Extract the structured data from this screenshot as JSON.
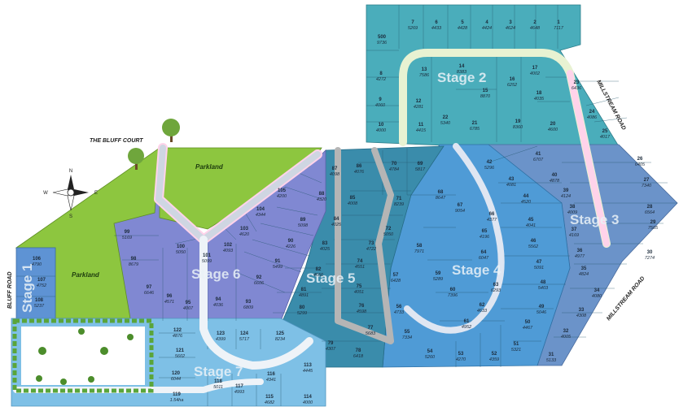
{
  "colors": {
    "stage1": "#5e93d4",
    "stage2": "#4aadbb",
    "stage3": "#6b93c9",
    "stage4": "#4f9bd6",
    "stage5": "#3a8cab",
    "stage6": "#8088d2",
    "stage7": "#7ec0e6",
    "parkland": "#8dc63f",
    "road": "#cfd6e2",
    "bluff_court": "#ffd3ea",
    "road_stage5": "#b5b5b5",
    "road_stage2": "#e8f2d2"
  },
  "stages": [
    {
      "id": "stage1",
      "label": "Stage 1"
    },
    {
      "id": "stage2",
      "label": "Stage 2"
    },
    {
      "id": "stage3",
      "label": "Stage 3"
    },
    {
      "id": "stage4",
      "label": "Stage 4"
    },
    {
      "id": "stage5",
      "label": "Stage 5"
    },
    {
      "id": "stage6",
      "label": "Stage 6"
    },
    {
      "id": "stage7",
      "label": "Stage 7"
    }
  ],
  "roads": {
    "bluff_court": "THE BLUFF COURT",
    "bluff_road": "BLUFF ROAD",
    "millstream_upper": "MILLSTREAM ROAD",
    "millstream_lower": "MILLSTREAM ROAD"
  },
  "parkland": [
    "Parkland",
    "Parkland"
  ],
  "compass": {
    "n": "N",
    "s": "S",
    "e": "E",
    "w": "W"
  },
  "lots": [
    {
      "num": "1",
      "area": "7117",
      "stage": "stage2"
    },
    {
      "num": "2",
      "area": "4648",
      "stage": "stage2"
    },
    {
      "num": "3",
      "area": "4624",
      "stage": "stage2"
    },
    {
      "num": "4",
      "area": "4424",
      "stage": "stage2"
    },
    {
      "num": "5",
      "area": "4428",
      "stage": "stage2"
    },
    {
      "num": "6",
      "area": "4433",
      "stage": "stage2"
    },
    {
      "num": "7",
      "area": "5269",
      "stage": "stage2"
    },
    {
      "num": "500",
      "area": "9736",
      "stage": "stage2"
    },
    {
      "num": "8",
      "area": "4272",
      "stage": "stage2"
    },
    {
      "num": "9",
      "area": "4060",
      "stage": "stage2"
    },
    {
      "num": "10",
      "area": "4000",
      "stage": "stage2"
    },
    {
      "num": "11",
      "area": "4415",
      "stage": "stage2"
    },
    {
      "num": "12",
      "area": "4281",
      "stage": "stage2"
    },
    {
      "num": "13",
      "area": "7586",
      "stage": "stage2"
    },
    {
      "num": "14",
      "area": "8383",
      "stage": "stage2"
    },
    {
      "num": "15",
      "area": "8870",
      "stage": "stage2"
    },
    {
      "num": "16",
      "area": "6252",
      "stage": "stage2"
    },
    {
      "num": "17",
      "area": "4002",
      "stage": "stage2"
    },
    {
      "num": "18",
      "area": "4035",
      "stage": "stage2"
    },
    {
      "num": "19",
      "area": "8360",
      "stage": "stage2"
    },
    {
      "num": "20",
      "area": "4600",
      "stage": "stage2"
    },
    {
      "num": "21",
      "area": "6785",
      "stage": "stage2"
    },
    {
      "num": "22",
      "area": "5340",
      "stage": "stage2"
    },
    {
      "num": "23",
      "area": "6436",
      "stage": "stage2"
    },
    {
      "num": "24",
      "area": "4086",
      "stage": "stage2"
    },
    {
      "num": "25",
      "area": "4017",
      "stage": "stage2"
    },
    {
      "num": "26",
      "area": "6405",
      "stage": "stage3"
    },
    {
      "num": "27",
      "area": "7340",
      "stage": "stage3"
    },
    {
      "num": "28",
      "area": "6564",
      "stage": "stage3"
    },
    {
      "num": "29",
      "area": "7565",
      "stage": "stage3"
    },
    {
      "num": "30",
      "area": "7274",
      "stage": "stage3"
    },
    {
      "num": "31",
      "area": "5133",
      "stage": "stage3"
    },
    {
      "num": "32",
      "area": "4005",
      "stage": "stage3"
    },
    {
      "num": "33",
      "area": "4308",
      "stage": "stage3"
    },
    {
      "num": "34",
      "area": "4080",
      "stage": "stage3"
    },
    {
      "num": "35",
      "area": "4824",
      "stage": "stage3"
    },
    {
      "num": "36",
      "area": "4977",
      "stage": "stage3"
    },
    {
      "num": "37",
      "area": "4169",
      "stage": "stage3"
    },
    {
      "num": "38",
      "area": "4009",
      "stage": "stage3"
    },
    {
      "num": "39",
      "area": "4124",
      "stage": "stage3"
    },
    {
      "num": "40",
      "area": "4878",
      "stage": "stage3"
    },
    {
      "num": "41",
      "area": "6707",
      "stage": "stage3"
    },
    {
      "num": "42",
      "area": "5296",
      "stage": "stage4"
    },
    {
      "num": "43",
      "area": "4081",
      "stage": "stage4"
    },
    {
      "num": "44",
      "area": "4520",
      "stage": "stage4"
    },
    {
      "num": "45",
      "area": "4041",
      "stage": "stage4"
    },
    {
      "num": "46",
      "area": "5562",
      "stage": "stage4"
    },
    {
      "num": "47",
      "area": "5091",
      "stage": "stage4"
    },
    {
      "num": "48",
      "area": "5403",
      "stage": "stage4"
    },
    {
      "num": "49",
      "area": "5046",
      "stage": "stage4"
    },
    {
      "num": "50",
      "area": "4467",
      "stage": "stage4"
    },
    {
      "num": "51",
      "area": "5321",
      "stage": "stage4"
    },
    {
      "num": "52",
      "area": "4359",
      "stage": "stage4"
    },
    {
      "num": "53",
      "area": "4270",
      "stage": "stage4"
    },
    {
      "num": "54",
      "area": "5260",
      "stage": "stage4"
    },
    {
      "num": "55",
      "area": "7334",
      "stage": "stage4"
    },
    {
      "num": "56",
      "area": "4733",
      "stage": "stage4"
    },
    {
      "num": "57",
      "area": "6428",
      "stage": "stage4"
    },
    {
      "num": "58",
      "area": "7971",
      "stage": "stage4"
    },
    {
      "num": "59",
      "area": "5289",
      "stage": "stage4"
    },
    {
      "num": "60",
      "area": "7396",
      "stage": "stage4"
    },
    {
      "num": "61",
      "area": "4952",
      "stage": "stage4"
    },
    {
      "num": "62",
      "area": "4633",
      "stage": "stage4"
    },
    {
      "num": "63",
      "area": "6293",
      "stage": "stage4"
    },
    {
      "num": "64",
      "area": "6047",
      "stage": "stage4"
    },
    {
      "num": "65",
      "area": "4196",
      "stage": "stage4"
    },
    {
      "num": "66",
      "area": "4377",
      "stage": "stage4"
    },
    {
      "num": "67",
      "area": "9054",
      "stage": "stage4"
    },
    {
      "num": "68",
      "area": "8647",
      "stage": "stage4"
    },
    {
      "num": "69",
      "area": "5817",
      "stage": "stage5"
    },
    {
      "num": "70",
      "area": "4784",
      "stage": "stage5"
    },
    {
      "num": "71",
      "area": "8239",
      "stage": "stage5"
    },
    {
      "num": "72",
      "area": "5050",
      "stage": "stage5"
    },
    {
      "num": "73",
      "area": "4722",
      "stage": "stage5"
    },
    {
      "num": "74",
      "area": "4551",
      "stage": "stage5"
    },
    {
      "num": "75",
      "area": "4051",
      "stage": "stage5"
    },
    {
      "num": "76",
      "area": "4598",
      "stage": "stage5"
    },
    {
      "num": "77",
      "area": "5683",
      "stage": "stage5"
    },
    {
      "num": "78",
      "area": "6418",
      "stage": "stage5"
    },
    {
      "num": "79",
      "area": "4307",
      "stage": "stage5"
    },
    {
      "num": "80",
      "area": "5299",
      "stage": "stage5"
    },
    {
      "num": "81",
      "area": "4891",
      "stage": "stage5"
    },
    {
      "num": "82",
      "area": "4556",
      "stage": "stage5"
    },
    {
      "num": "83",
      "area": "4025",
      "stage": "stage5"
    },
    {
      "num": "84",
      "area": "4025",
      "stage": "stage5"
    },
    {
      "num": "85",
      "area": "4008",
      "stage": "stage5"
    },
    {
      "num": "86",
      "area": "4076",
      "stage": "stage5"
    },
    {
      "num": "87",
      "area": "4098",
      "stage": "stage6"
    },
    {
      "num": "88",
      "area": "4320",
      "stage": "stage6"
    },
    {
      "num": "89",
      "area": "5098",
      "stage": "stage6"
    },
    {
      "num": "90",
      "area": "4226",
      "stage": "stage6"
    },
    {
      "num": "91",
      "area": "5499",
      "stage": "stage6"
    },
    {
      "num": "92",
      "area": "6606",
      "stage": "stage6"
    },
    {
      "num": "93",
      "area": "6809",
      "stage": "stage6"
    },
    {
      "num": "94",
      "area": "4036",
      "stage": "stage6"
    },
    {
      "num": "95",
      "area": "4007",
      "stage": "stage6"
    },
    {
      "num": "96",
      "area": "4571",
      "stage": "stage6"
    },
    {
      "num": "97",
      "area": "6646",
      "stage": "stage6"
    },
    {
      "num": "98",
      "area": "8679",
      "stage": "stage6"
    },
    {
      "num": "99",
      "area": "5169",
      "stage": "stage6"
    },
    {
      "num": "100",
      "area": "5050",
      "stage": "stage6"
    },
    {
      "num": "101",
      "area": "5099",
      "stage": "stage6"
    },
    {
      "num": "102",
      "area": "4093",
      "stage": "stage6"
    },
    {
      "num": "103",
      "area": "4620",
      "stage": "stage6"
    },
    {
      "num": "104",
      "area": "4344",
      "stage": "stage6"
    },
    {
      "num": "105",
      "area": "4200",
      "stage": "stage6"
    },
    {
      "num": "106",
      "area": "4790",
      "stage": "stage1"
    },
    {
      "num": "107",
      "area": "4752",
      "stage": "stage1"
    },
    {
      "num": "108",
      "area": "5237",
      "stage": "stage1"
    },
    {
      "num": "113",
      "area": "4445",
      "stage": "stage7"
    },
    {
      "num": "114",
      "area": "4000",
      "stage": "stage7"
    },
    {
      "num": "115",
      "area": "4682",
      "stage": "stage7"
    },
    {
      "num": "116",
      "area": "4341",
      "stage": "stage7"
    },
    {
      "num": "117",
      "area": "4993",
      "stage": "stage7"
    },
    {
      "num": "118",
      "area": "5011",
      "stage": "stage7"
    },
    {
      "num": "119",
      "area": "1.54ha",
      "stage": "stage7"
    },
    {
      "num": "120",
      "area": "6044",
      "stage": "stage7"
    },
    {
      "num": "121",
      "area": "5602",
      "stage": "stage7"
    },
    {
      "num": "122",
      "area": "4876",
      "stage": "stage7"
    },
    {
      "num": "123",
      "area": "4399",
      "stage": "stage7"
    },
    {
      "num": "124",
      "area": "5717",
      "stage": "stage7"
    },
    {
      "num": "125",
      "area": "8234",
      "stage": "stage7"
    }
  ]
}
